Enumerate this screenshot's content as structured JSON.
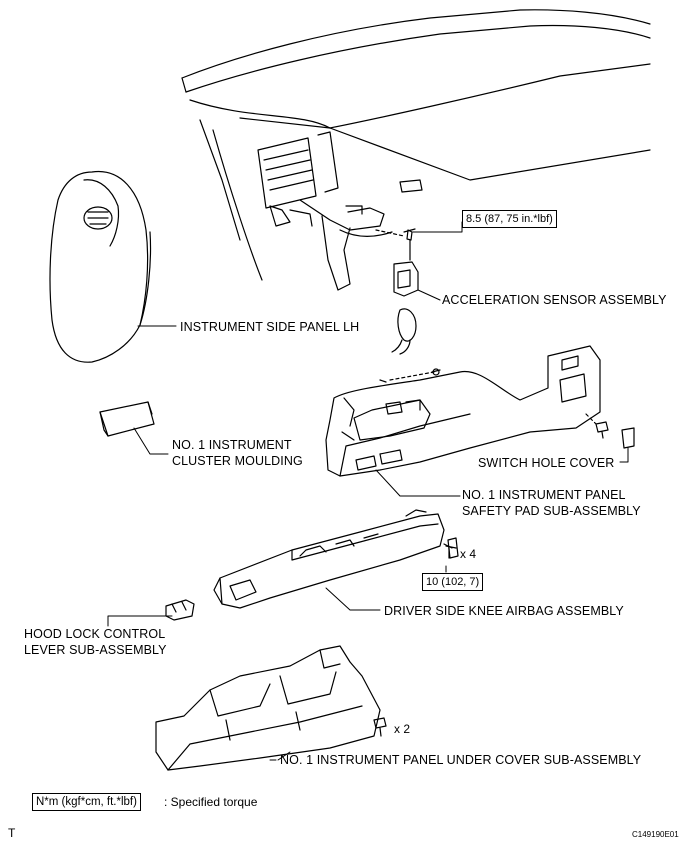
{
  "labels": {
    "acceleration_sensor": "ACCELERATION SENSOR ASSEMBLY",
    "instrument_side_panel": "INSTRUMENT SIDE PANEL LH",
    "cluster_moulding_line1": "NO. 1 INSTRUMENT",
    "cluster_moulding_line2": "CLUSTER MOULDING",
    "switch_hole_cover": "SWITCH HOLE COVER",
    "safety_pad_line1": "NO. 1 INSTRUMENT PANEL",
    "safety_pad_line2": "SAFETY PAD SUB-ASSEMBLY",
    "knee_airbag": "DRIVER SIDE KNEE AIRBAG ASSEMBLY",
    "hood_lock_line1": "HOOD LOCK CONTROL",
    "hood_lock_line2": "LEVER SUB-ASSEMBLY",
    "under_cover": "NO. 1 INSTRUMENT PANEL UNDER COVER SUB-ASSEMBLY"
  },
  "torque": {
    "sensor_bolt": "8.5 (87, 75 in.*lbf)",
    "airbag_bolts": "10 (102, 7)"
  },
  "quantities": {
    "airbag_bolts": "x 4",
    "under_cover_bolts": "x 2"
  },
  "legend": {
    "units_box": "N*m (kgf*cm, ft.*lbf)",
    "text": ": Specified torque"
  },
  "footer": {
    "left_mark": "T",
    "figure_code": "C149190E01"
  }
}
